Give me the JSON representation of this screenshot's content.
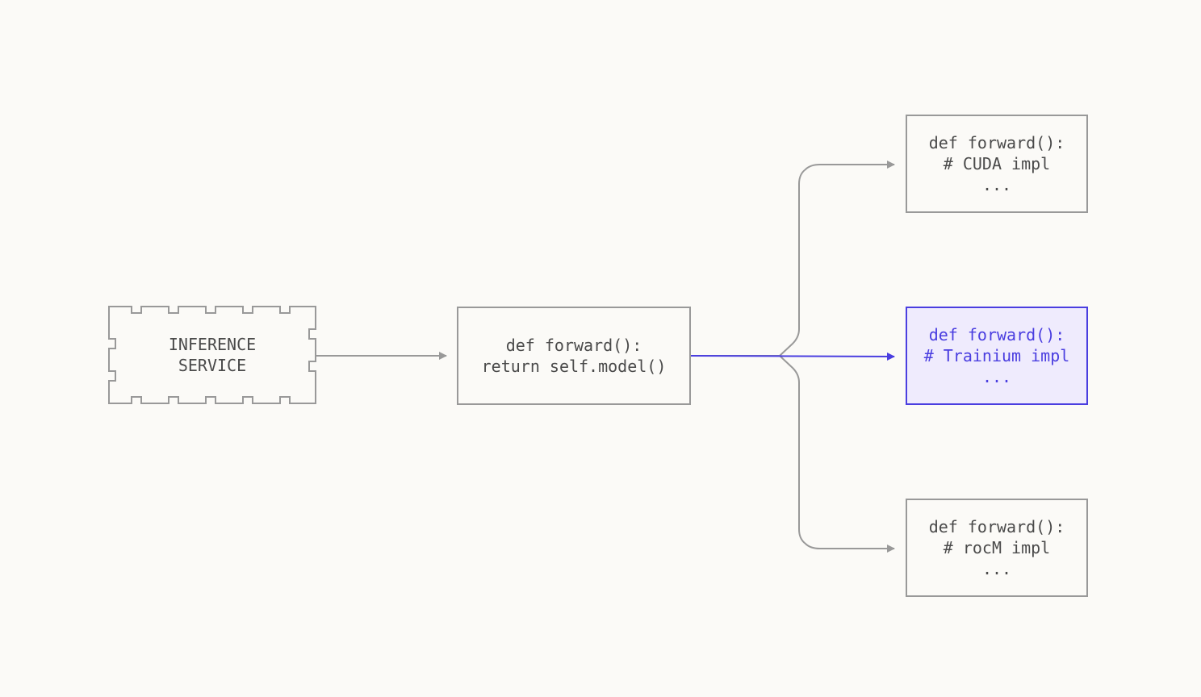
{
  "colors": {
    "background": "#fbfaf7",
    "stroke": "#999999",
    "text": "#4a4a4a",
    "accent": "#4a3ee0",
    "accent_fill": "#efebfd"
  },
  "inference_service": {
    "lines": [
      "INFERENCE",
      "SERVICE"
    ]
  },
  "dispatcher": {
    "lines": [
      "def forward():",
      "return self.model()"
    ]
  },
  "implementations": [
    {
      "lines": [
        "def forward():",
        "# CUDA impl",
        "..."
      ],
      "selected": false
    },
    {
      "lines": [
        "def forward():",
        "# Trainium impl",
        "..."
      ],
      "selected": true
    },
    {
      "lines": [
        "def forward():",
        "# rocM impl",
        "..."
      ],
      "selected": false
    }
  ]
}
